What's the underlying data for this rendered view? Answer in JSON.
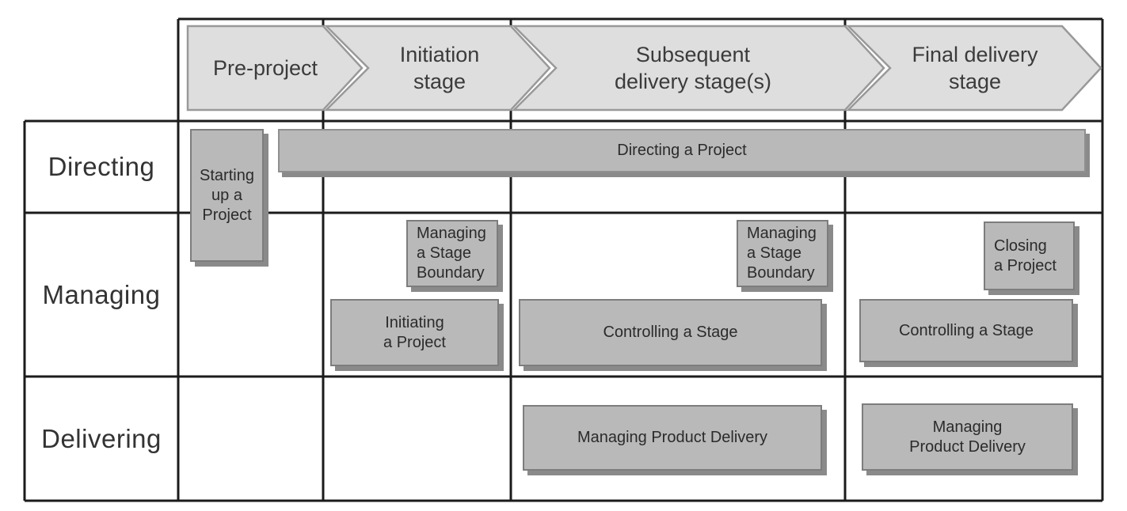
{
  "stages": [
    {
      "id": "pre-project",
      "label": "Pre-project"
    },
    {
      "id": "initiation",
      "label": "Initiation\nstage"
    },
    {
      "id": "subsequent",
      "label": "Subsequent\ndelivery stage(s)"
    },
    {
      "id": "final",
      "label": "Final delivery\nstage"
    }
  ],
  "rows": [
    {
      "id": "directing",
      "label": "Directing"
    },
    {
      "id": "managing",
      "label": "Managing"
    },
    {
      "id": "delivering",
      "label": "Delivering"
    }
  ],
  "processes": {
    "starting_up": "Starting\nup a\nProject",
    "directing_project": "Directing a Project",
    "msb_initiation": "Managing\na Stage\nBoundary",
    "initiating": "Initiating\na Project",
    "msb_subsequent": "Managing\na Stage\nBoundary",
    "controlling_subsequent": "Controlling a Stage",
    "closing": "Closing\na Project",
    "controlling_final": "Controlling a Stage",
    "mpd_subsequent": "Managing Product Delivery",
    "mpd_final": "Managing\nProduct Delivery"
  },
  "colors": {
    "chevron_fill": "#dedede",
    "chevron_border": "#999999",
    "box_fill": "#b9b9b9",
    "box_border": "#7d7d7d",
    "box_shadow": "#8a8a8a",
    "grid_line": "#1b1b1b",
    "text": "#2b2b2b",
    "background": "#ffffff"
  }
}
